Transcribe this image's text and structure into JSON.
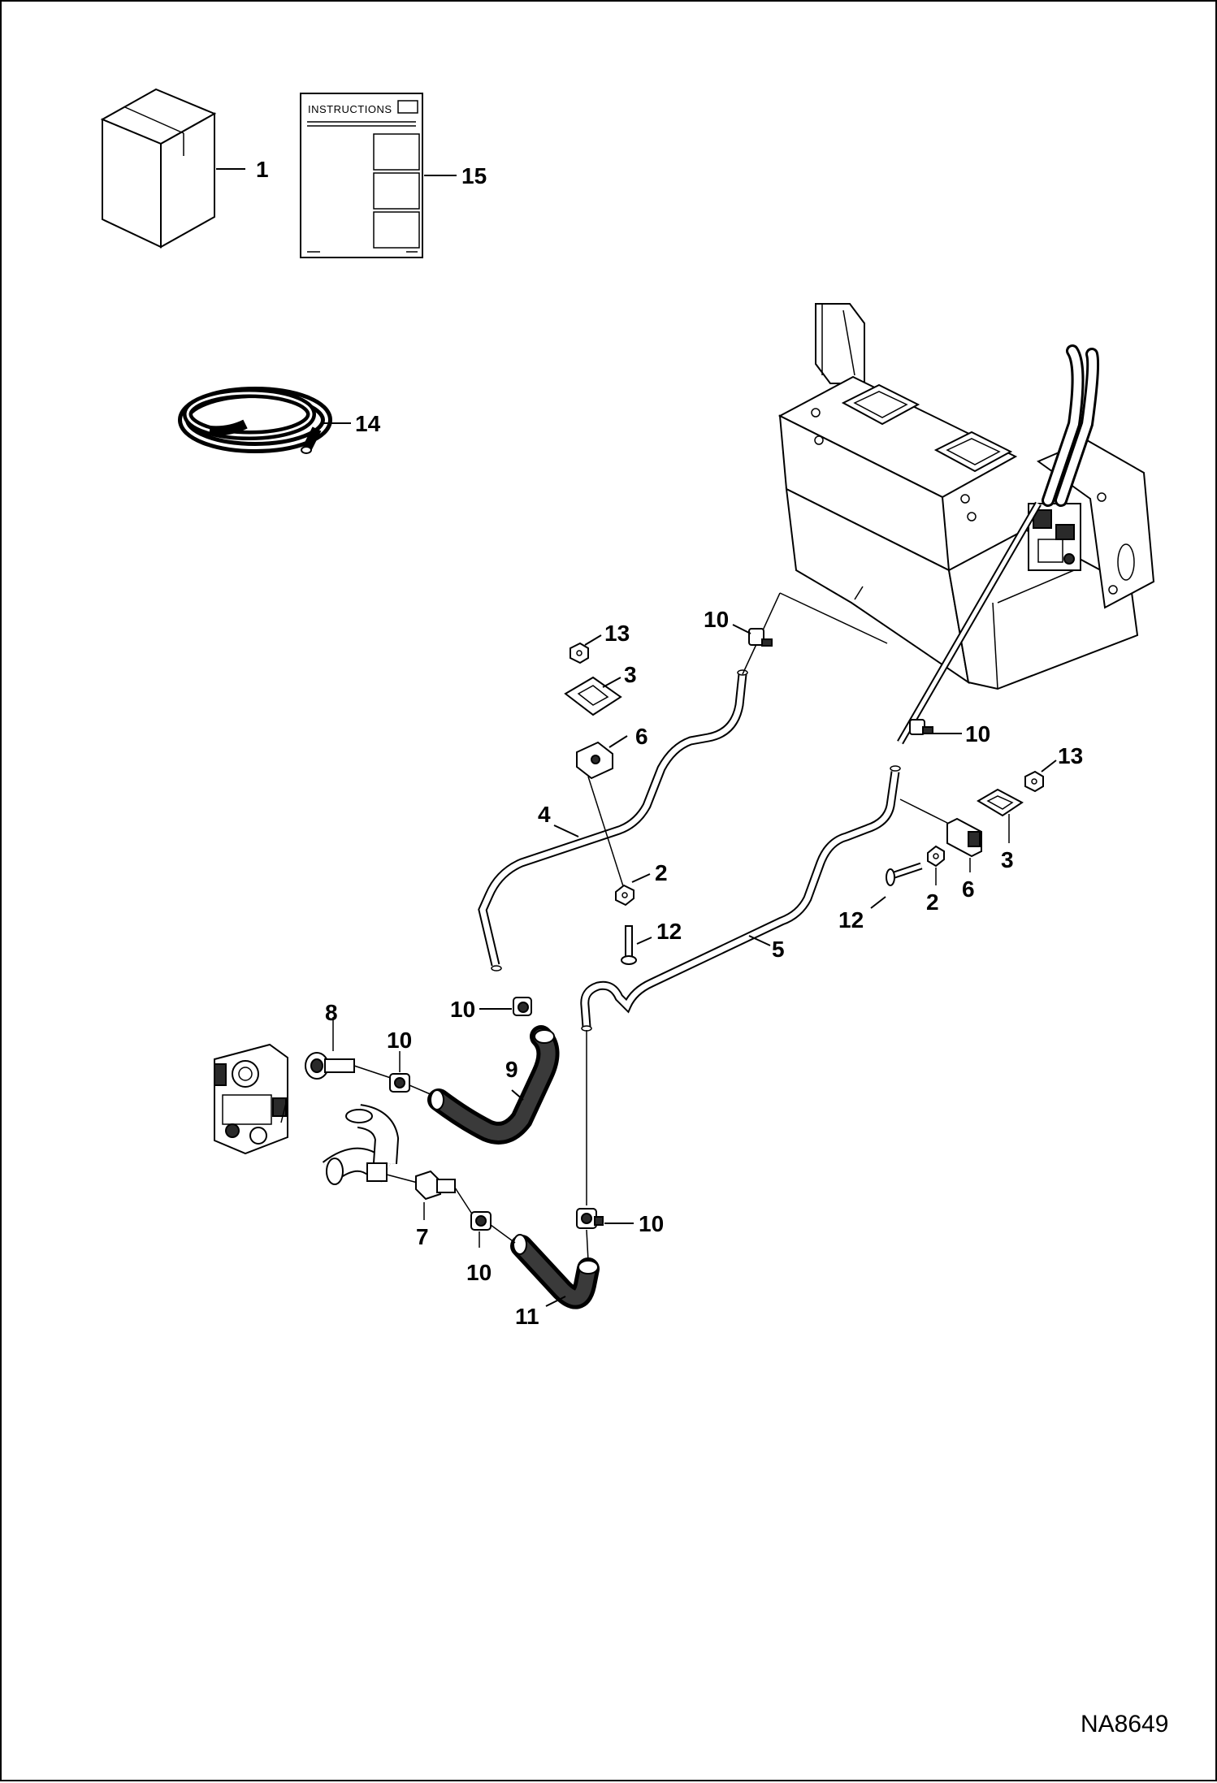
{
  "instructions_sheet": {
    "heading": "INSTRUCTIONS"
  },
  "callouts": {
    "c1": "1",
    "c15": "15",
    "c14": "14",
    "c13a": "13",
    "c3a": "3",
    "c6a": "6",
    "c4": "4",
    "c2a": "2",
    "c12a": "12",
    "c10a": "10",
    "c10b": "10",
    "c13b": "13",
    "c3b": "3",
    "c6b": "6",
    "c2b": "2",
    "c12b": "12",
    "c5": "5",
    "c8": "8",
    "c10c": "10",
    "c10d": "10",
    "c9": "9",
    "c7": "7",
    "c10e": "10",
    "c10f": "10",
    "c11": "11"
  },
  "drawing_number": "NA8649"
}
